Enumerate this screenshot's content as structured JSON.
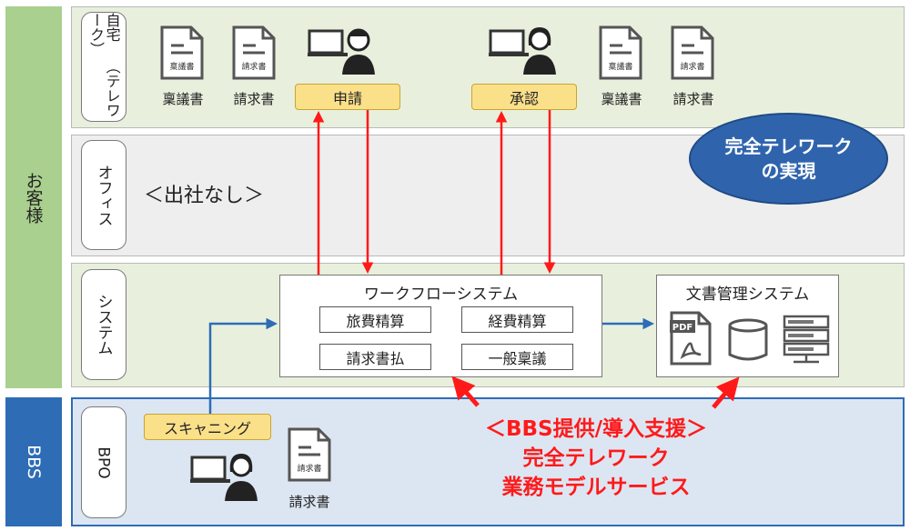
{
  "groups": {
    "customer": "お客様",
    "bbs": "BBS"
  },
  "rows": {
    "home": "自宅 （テレワーク）",
    "office": "オフィス",
    "system": "システム",
    "bpo": "BPO"
  },
  "home": {
    "left_docs": [
      {
        "icon_text": "稟議書",
        "label": "稟議書"
      },
      {
        "icon_text": "請求書",
        "label": "請求書"
      }
    ],
    "right_docs": [
      {
        "icon_text": "稟議書",
        "label": "稟議書"
      },
      {
        "icon_text": "請求書",
        "label": "請求書"
      }
    ],
    "apply_label": "申請",
    "approve_label": "承認"
  },
  "office_note": "＜出社なし＞",
  "callout": {
    "line1": "完全テレワーク",
    "line2": "の実現"
  },
  "workflow": {
    "title": "ワークフローシステム",
    "items": [
      "旅費精算",
      "経費精算",
      "請求書払",
      "一般稟議"
    ]
  },
  "docmgmt": {
    "title": "文書管理システム",
    "pdf_text": "PDF"
  },
  "bpo": {
    "scanning_label": "スキャニング",
    "doc_icon_text": "請求書",
    "doc_label": "請求書"
  },
  "service": {
    "line1": "＜BBS提供/導入支援＞",
    "line2": "完全テレワーク",
    "line3": "業務モデルサービス"
  },
  "colors": {
    "green_band": "#e8f0dd",
    "gray_band": "#eeeeee",
    "blue_band": "#dce6f2",
    "customer_bar": "#a9d08e",
    "bbs_bar": "#2e6cb5",
    "red_arrow": "#ff1a1a",
    "blue_arrow": "#2e6cb5"
  }
}
